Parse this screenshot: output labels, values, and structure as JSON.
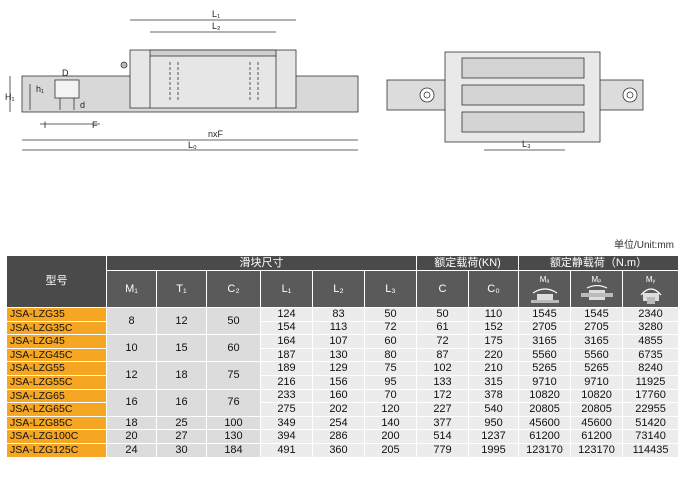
{
  "drawing": {
    "labels": {
      "L1": "L₁",
      "L2": "L₂",
      "L3": "L₃",
      "L0": "L₀",
      "H1": "H₁",
      "h1": "h₁",
      "D": "D",
      "d": "d",
      "F": "F",
      "l": "l",
      "nxF": "nxF"
    }
  },
  "unit_label": "单位/Unit:mm",
  "table": {
    "model_header": "型号",
    "group_headers": {
      "slider": "滑块尺寸",
      "dynamic": "额定载荷(KN)",
      "static": "额定静载荷（N.m）"
    },
    "columns": [
      "M₁",
      "T₁",
      "C₂",
      "L₁",
      "L₂",
      "L₃",
      "C",
      "C₀"
    ],
    "moment_columns": [
      "Mₐ",
      "Mₚ",
      "Mᵧ"
    ],
    "rows": [
      {
        "model": "JSA-LZG35",
        "L1": "124",
        "L2": "83",
        "L3": "50",
        "C": "50",
        "C0": "110",
        "MA": "1545",
        "MB": "1545",
        "MC": "2340"
      },
      {
        "model": "JSA-LZG35C",
        "L1": "154",
        "L2": "113",
        "L3": "72",
        "C": "61",
        "C0": "152",
        "MA": "2705",
        "MB": "2705",
        "MC": "3280"
      },
      {
        "model": "JSA-LZG45",
        "L1": "164",
        "L2": "107",
        "L3": "60",
        "C": "72",
        "C0": "175",
        "MA": "3165",
        "MB": "3165",
        "MC": "4855"
      },
      {
        "model": "JSA-LZG45C",
        "L1": "187",
        "L2": "130",
        "L3": "80",
        "C": "87",
        "C0": "220",
        "MA": "5560",
        "MB": "5560",
        "MC": "6735"
      },
      {
        "model": "JSA-LZG55",
        "L1": "189",
        "L2": "129",
        "L3": "75",
        "C": "102",
        "C0": "210",
        "MA": "5265",
        "MB": "5265",
        "MC": "8240"
      },
      {
        "model": "JSA-LZG55C",
        "L1": "216",
        "L2": "156",
        "L3": "95",
        "C": "133",
        "C0": "315",
        "MA": "9710",
        "MB": "9710",
        "MC": "11925"
      },
      {
        "model": "JSA-LZG65",
        "L1": "233",
        "L2": "160",
        "L3": "70",
        "C": "172",
        "C0": "378",
        "MA": "10820",
        "MB": "10820",
        "MC": "17760"
      },
      {
        "model": "JSA-LZG65C",
        "L1": "275",
        "L2": "202",
        "L3": "120",
        "C": "227",
        "C0": "540",
        "MA": "20805",
        "MB": "20805",
        "MC": "22955"
      },
      {
        "model": "JSA-LZG85C",
        "M1": "18",
        "T1": "25",
        "C2": "100",
        "L1": "349",
        "L2": "254",
        "L3": "140",
        "C": "377",
        "C0": "950",
        "MA": "45600",
        "MB": "45600",
        "MC": "51420"
      },
      {
        "model": "JSA-LZG100C",
        "M1": "20",
        "T1": "27",
        "C2": "130",
        "L1": "394",
        "L2": "286",
        "L3": "200",
        "C": "514",
        "C0": "1237",
        "MA": "61200",
        "MB": "61200",
        "MC": "73140"
      },
      {
        "model": "JSA-LZG125C",
        "M1": "24",
        "T1": "30",
        "C2": "184",
        "L1": "491",
        "L2": "360",
        "L3": "205",
        "C": "779",
        "C0": "1995",
        "MA": "123170",
        "MB": "123170",
        "MC": "114435"
      }
    ],
    "merged": [
      {
        "M1": "8",
        "T1": "12",
        "C2": "50"
      },
      {
        "M1": "10",
        "T1": "15",
        "C2": "60"
      },
      {
        "M1": "12",
        "T1": "18",
        "C2": "75"
      },
      {
        "M1": "16",
        "T1": "16",
        "C2": "76"
      }
    ]
  }
}
